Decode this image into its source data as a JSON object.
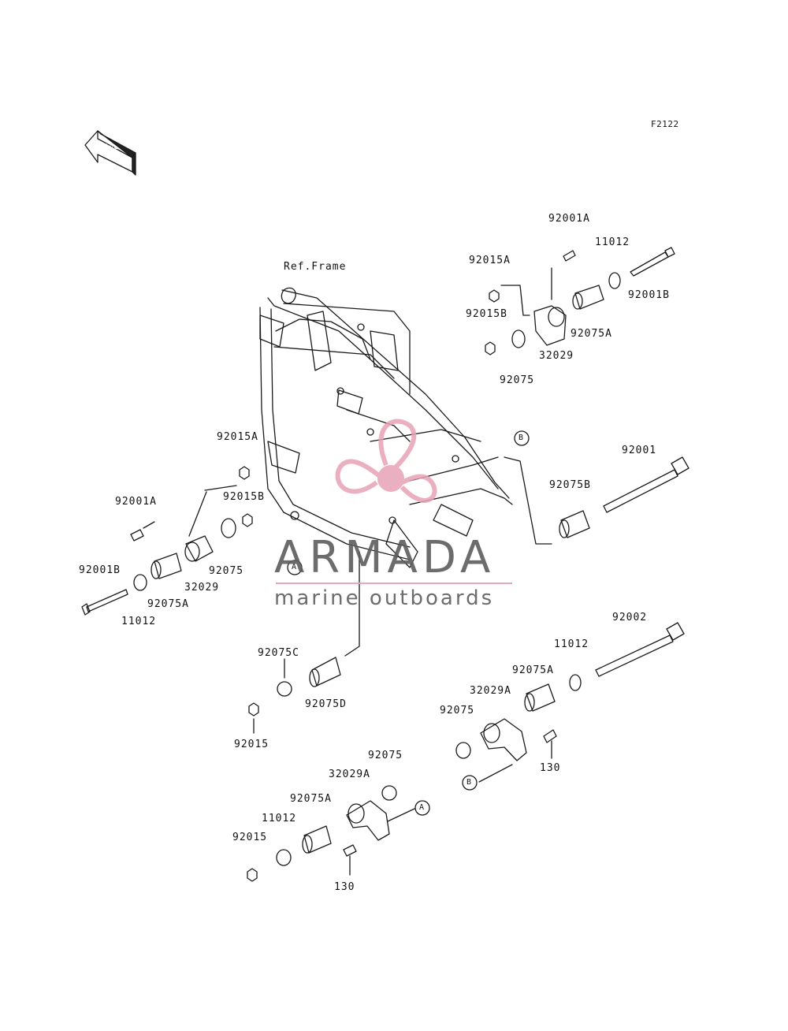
{
  "figure_code": "F2122",
  "front_marker": "FRONT",
  "ref_frame": "Ref.Frame",
  "watermark": {
    "title": "ARMADA",
    "subtitle": "marine outboards",
    "accent": "#e7a3b6"
  },
  "callout_A": "A",
  "callout_B": "B",
  "parts": {
    "p92001A_r": "92001A",
    "p92015A_r": "92015A",
    "p11012_r": "11012",
    "p92001B_r": "92001B",
    "p92015B_r": "92015B",
    "p92075A_r": "92075A",
    "p32029_r": "32029",
    "p92075_r": "92075",
    "p92001": "92001",
    "p92075B": "92075B",
    "p92015A_l": "92015A",
    "p92001A_l": "92001A",
    "p92015B_l": "92015B",
    "p92075_l": "92075",
    "p92001B_l": "92001B",
    "p32029_l": "32029",
    "p92075A_l": "92075A",
    "p11012_l": "11012",
    "p92002": "92002",
    "p11012_m": "11012",
    "p92075C": "92075C",
    "p92075A_m": "92075A",
    "p32029A_m": "32029A",
    "p92075D": "92075D",
    "p92075_m": "92075",
    "p92015_m": "92015",
    "p130_m": "130",
    "p92075_b": "92075",
    "p32029A_b": "32029A",
    "p92075A_b": "92075A",
    "p11012_b": "11012",
    "p92015_b": "92015",
    "p130_b": "130"
  }
}
